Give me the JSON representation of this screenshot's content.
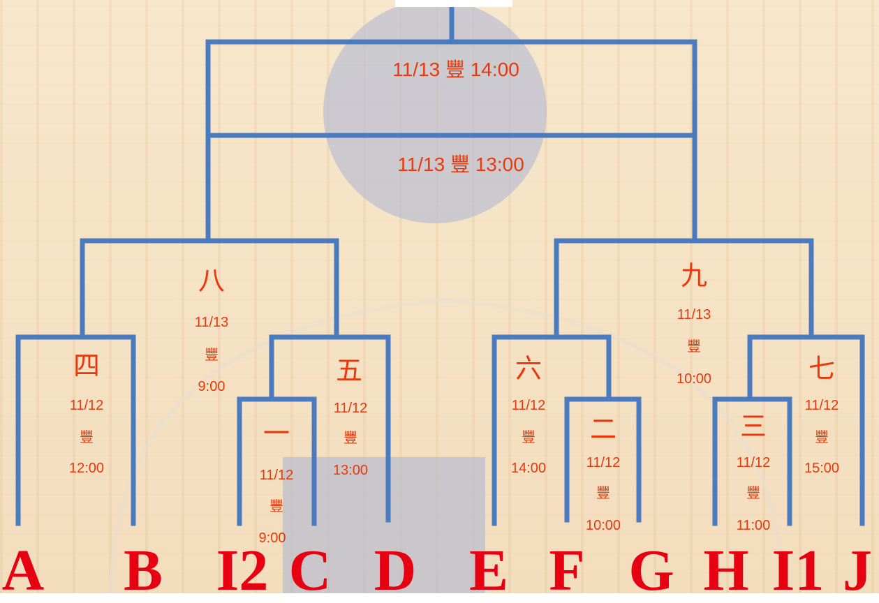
{
  "colors": {
    "line": "#4b7bbf",
    "label": "#e8380c",
    "team": "#e60012",
    "background": "#f6e2c4"
  },
  "final": {
    "time_top": "11/13 豐 14:00",
    "time_bottom": "11/13 豐 13:00"
  },
  "matches": {
    "m8": {
      "num": "八",
      "date": "11/13",
      "venue": "豐",
      "time": "9:00"
    },
    "m9": {
      "num": "九",
      "date": "11/13",
      "venue": "豐",
      "time": "10:00"
    },
    "m4": {
      "num": "四",
      "date": "11/12",
      "venue": "豐",
      "time": "12:00"
    },
    "m5": {
      "num": "五",
      "date": "11/12",
      "venue": "豐",
      "time": "13:00"
    },
    "m6": {
      "num": "六",
      "date": "11/12",
      "venue": "豐",
      "time": "14:00"
    },
    "m7": {
      "num": "七",
      "date": "11/12",
      "venue": "豐",
      "time": "15:00"
    },
    "m1": {
      "num": "一",
      "date": "11/12",
      "venue": "豐",
      "time": "9:00"
    },
    "m2": {
      "num": "二",
      "date": "11/12",
      "venue": "豐",
      "time": "10:00"
    },
    "m3": {
      "num": "三",
      "date": "11/12",
      "venue": "豐",
      "time": "11:00"
    }
  },
  "teams": [
    "A",
    "B",
    "I2",
    "C",
    "D",
    "E",
    "F",
    "G",
    "H",
    "I1",
    "J"
  ]
}
